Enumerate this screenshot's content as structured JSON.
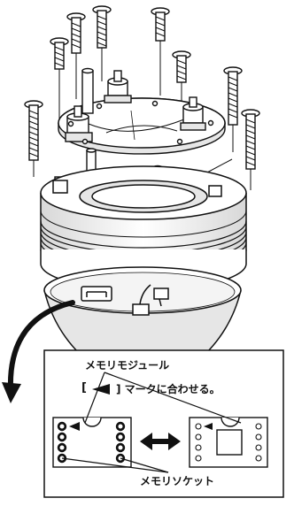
{
  "callout": {
    "memory_module_label": "メモリモジュール",
    "align_prefix": "[",
    "align_suffix": "] マークに合わせる。",
    "memory_socket_label": "メモリソケット"
  },
  "colors": {
    "ink": "#111111",
    "paper": "#ffffff",
    "light_gray": "#e6e6e6",
    "mid_gray": "#bdbdbd"
  },
  "icons": {
    "mark_triangle": "left-triangle-icon",
    "swap_arrow": "double-arrow-icon",
    "rotate_arrow": "curved-arrow-icon"
  }
}
